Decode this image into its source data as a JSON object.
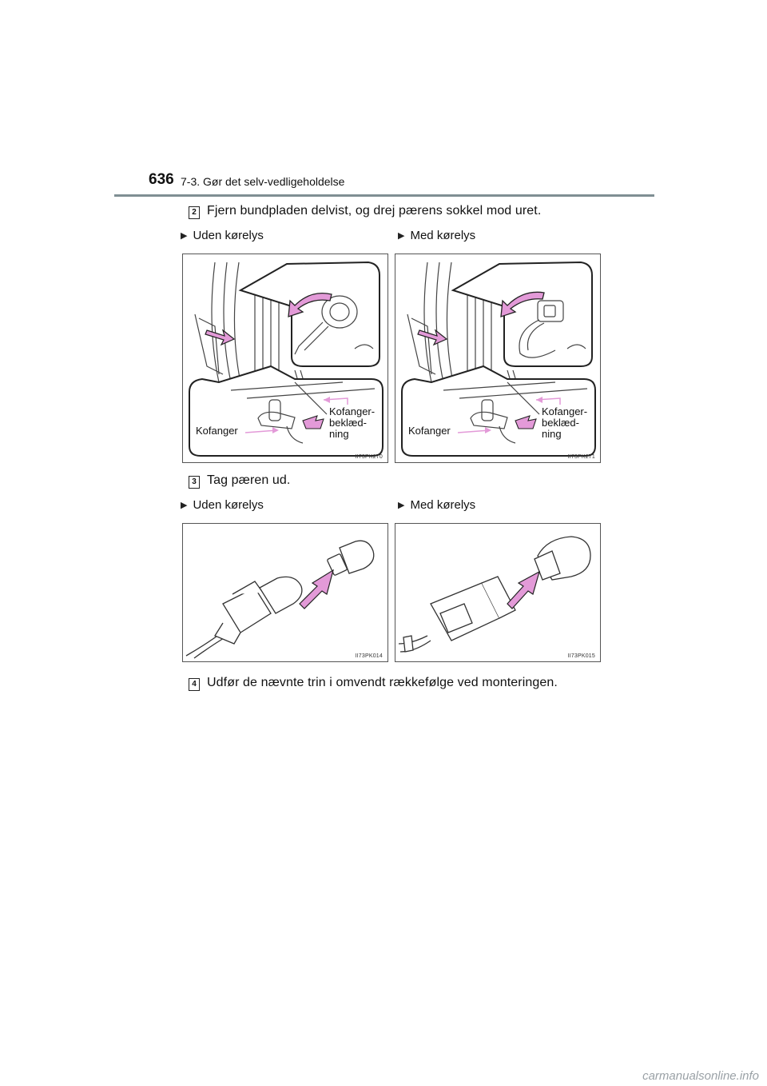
{
  "header": {
    "page_number": "636",
    "section_title": "7-3. Gør det selv-vedligeholdelse"
  },
  "steps": [
    {
      "number": "2",
      "text": "Fjern bundpladen delvist, og drej pærens sokkel mod uret."
    },
    {
      "number": "3",
      "text": "Tag pæren ud."
    },
    {
      "number": "4",
      "text": "Udfør de nævnte trin i omvendt rækkefølge ved monteringen."
    }
  ],
  "variants": {
    "without_light": "Uden kørelys",
    "with_light": "Med kørelys"
  },
  "figures": {
    "fig1": {
      "code": "II73PK270",
      "label_bumper": "Kofanger",
      "label_cover_1": "Kofanger-",
      "label_cover_2": "beklæd-",
      "label_cover_3": "ning"
    },
    "fig2": {
      "code": "II73PK271",
      "label_bumper": "Kofanger",
      "label_cover_1": "Kofanger-",
      "label_cover_2": "beklæd-",
      "label_cover_3": "ning"
    },
    "fig3": {
      "code": "II73PK014"
    },
    "fig4": {
      "code": "II73PK015"
    }
  },
  "watermark": "carmanualsonline.info",
  "colors": {
    "accent_arrow": "#e39ad8",
    "rule": "#7f8f93"
  }
}
